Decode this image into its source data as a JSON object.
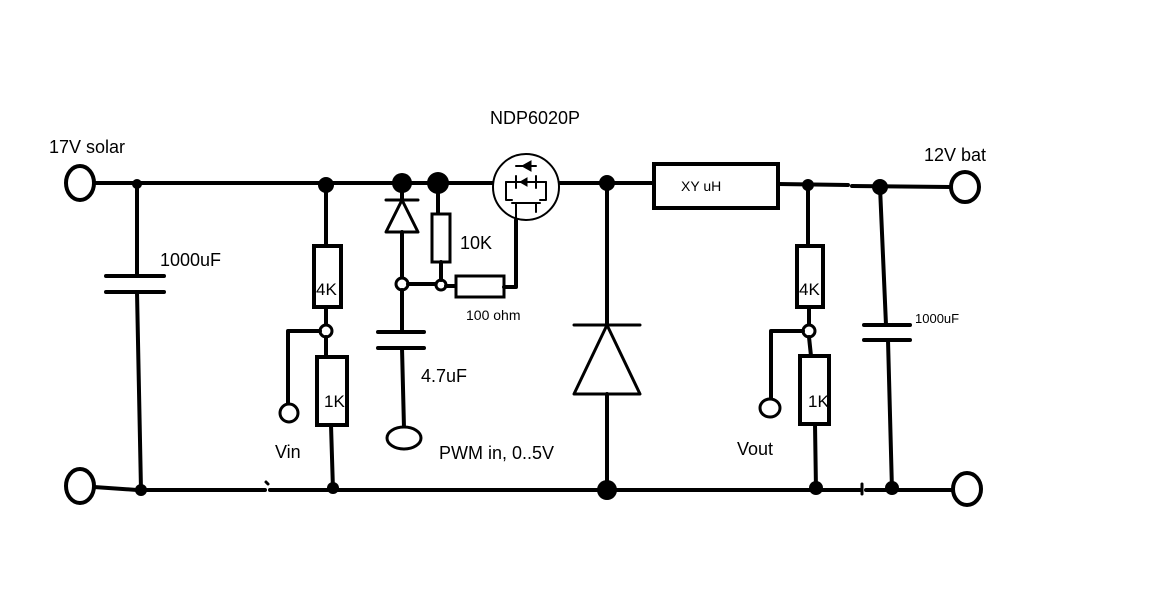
{
  "labels": {
    "input_terminal": "17V solar",
    "output_terminal": "12V bat",
    "mosfet": "NDP6020P",
    "cap_input": "1000uF",
    "cap_output": "1000uF",
    "cap_gate": "4.7uF",
    "res_gate_pullup": "10K",
    "res_gate_series": "100 ohm",
    "res_vin_top": "4K",
    "res_vin_bottom": "1K",
    "res_vout_top": "4K",
    "res_vout_bottom": "1K",
    "inductor": "XY uH",
    "vin_probe": "Vin",
    "vout_probe": "Vout",
    "pwm_input": "PWM in, 0..5V"
  }
}
